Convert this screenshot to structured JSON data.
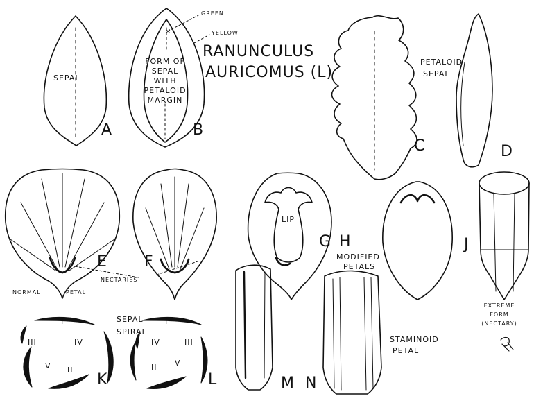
{
  "title": "RANUNCULUS AURICOMUS (L)",
  "title_lines": [
    "RANUNCULUS",
    "AURICOMUS (L)"
  ],
  "figures": {
    "A": {
      "letter": "A",
      "text": "SEPAL"
    },
    "B": {
      "letter": "B",
      "text_lines": [
        "FORM OF",
        "SEPAL",
        "WITH",
        "PETALOID",
        "MARGIN"
      ],
      "callouts": [
        "GREEN",
        "YELLOW"
      ]
    },
    "C": {
      "letter": "C",
      "label_lines": [
        "PETALOID",
        "SEPAL"
      ]
    },
    "D": {
      "letter": "D"
    },
    "E": {
      "letter": "E",
      "label_parts": [
        "NORMAL",
        "PETAL"
      ]
    },
    "F": {
      "letter": "F"
    },
    "G": {
      "letter": "G",
      "text": "LIP"
    },
    "H": {
      "letter": "H"
    },
    "J": {
      "letter": "J",
      "label_lines": [
        "EXTREME",
        "FORM",
        "(NECTARY)"
      ]
    },
    "K": {
      "letter": "K",
      "numerals": [
        "I",
        "II",
        "III",
        "IV",
        "V"
      ],
      "label_lines": [
        "SEPAL",
        "SPIRAL"
      ]
    },
    "L": {
      "letter": "L",
      "numerals": [
        "I",
        "II",
        "III",
        "IV",
        "V"
      ]
    },
    "M": {
      "letter": "M"
    },
    "N": {
      "letter": "N",
      "label_lines": [
        "STAMINOID",
        "PETAL"
      ]
    }
  },
  "nectaries_label": "NECTARIES",
  "modified_petals_lines": [
    "MODIFIED",
    "PETALS"
  ],
  "colors": {
    "ink": "#111111",
    "paper": "#ffffff"
  }
}
